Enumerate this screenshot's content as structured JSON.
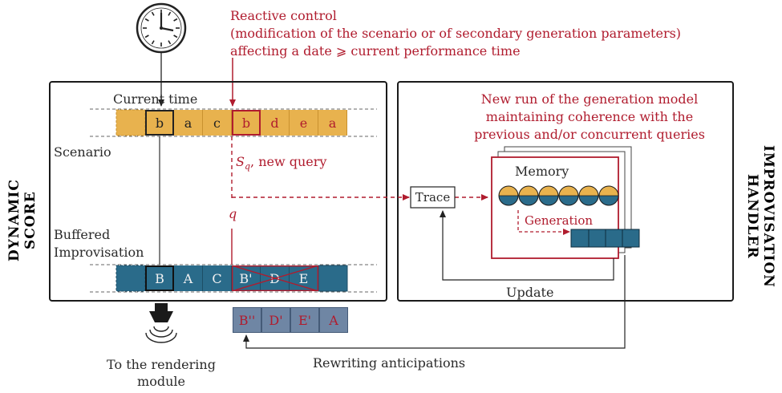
{
  "top": {
    "reactive_lines": [
      "Reactive control",
      "(modification of the scenario or of secondary generation parameters)",
      "affecting a date ⩾ current performance time"
    ]
  },
  "left_panel": {
    "side_label_1": "DYNAMIC",
    "side_label_2": "SCORE",
    "current_time": "Current time",
    "scenario": "Scenario",
    "buffered_1": "Buffered",
    "buffered_2": "Improvisation",
    "query_label": ", new query",
    "query_symbol": "S",
    "query_sub": "q",
    "q_label": "q",
    "scenario_cells": [
      "b",
      "a",
      "c",
      "b",
      "d",
      "e",
      "a"
    ],
    "buffer_cells": [
      "B",
      "A",
      "C",
      "B'",
      "D",
      "E"
    ],
    "rewrite_cells": [
      "B''",
      "D'",
      "E'",
      "A"
    ]
  },
  "right_panel": {
    "side_label_1": "IMPROVISATION",
    "side_label_2": "HANDLER",
    "new_run_lines": [
      "New run of the generation model",
      "maintaining coherence with the",
      "previous and/or concurrent queries"
    ],
    "trace": "Trace",
    "memory": "Memory",
    "generation": "Generation",
    "update": "Update"
  },
  "bottom": {
    "rendering_1": "To the rendering",
    "rendering_2": "module",
    "rewriting": "Rewriting anticipations"
  },
  "colors": {
    "accent_red": "#b01c2e",
    "scenario_orange": "#e8b24e",
    "buffer_blue": "#2a6b8a",
    "rewrite_slate": "#6f86a4"
  }
}
